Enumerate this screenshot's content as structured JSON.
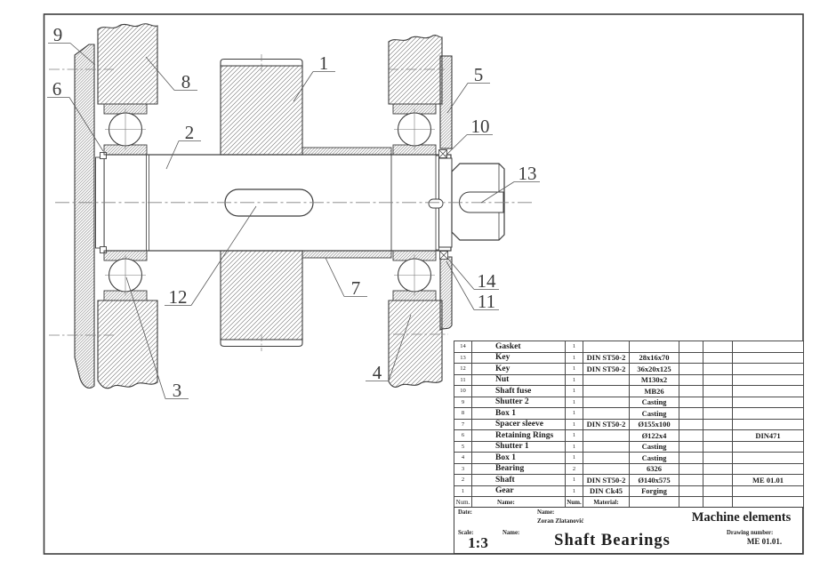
{
  "drawing": {
    "callouts": [
      "1",
      "2",
      "3",
      "4",
      "5",
      "6",
      "7",
      "8",
      "9",
      "10",
      "11",
      "12",
      "13",
      "14"
    ]
  },
  "parts_list": {
    "header": {
      "pos_label": "Num.",
      "name_label": "Name:",
      "qty_label": "Num.",
      "material_label": "Material:",
      "c5": "",
      "c6": "",
      "c7": "",
      "note": ""
    },
    "rows": [
      {
        "num": "14",
        "name": "Gasket",
        "qty": "1",
        "standard": "",
        "material": "",
        "c6": "",
        "c7": "",
        "note": ""
      },
      {
        "num": "13",
        "name": "Key",
        "qty": "1",
        "standard": "DIN ST50-2",
        "material": "28x16x70",
        "c6": "",
        "c7": "",
        "note": ""
      },
      {
        "num": "12",
        "name": "Key",
        "qty": "1",
        "standard": "DIN ST50-2",
        "material": "36x20x125",
        "c6": "",
        "c7": "",
        "note": ""
      },
      {
        "num": "11",
        "name": "Nut",
        "qty": "1",
        "standard": "",
        "material": "M130x2",
        "c6": "",
        "c7": "",
        "note": ""
      },
      {
        "num": "10",
        "name": "Shaft fuse",
        "qty": "1",
        "standard": "",
        "material": "MB26",
        "c6": "",
        "c7": "",
        "note": ""
      },
      {
        "num": "9",
        "name": "Shutter 2",
        "qty": "1",
        "standard": "",
        "material": "Casting",
        "c6": "",
        "c7": "",
        "note": ""
      },
      {
        "num": "8",
        "name": "Box 1",
        "qty": "1",
        "standard": "",
        "material": "Casting",
        "c6": "",
        "c7": "",
        "note": ""
      },
      {
        "num": "7",
        "name": "Spacer sleeve",
        "qty": "1",
        "standard": "DIN ST50-2",
        "material": "Ø155x100",
        "c6": "",
        "c7": "",
        "note": ""
      },
      {
        "num": "6",
        "name": "Retaining Rings",
        "qty": "1",
        "standard": "",
        "material": "Ø122x4",
        "c6": "",
        "c7": "",
        "note": "DIN471"
      },
      {
        "num": "5",
        "name": "Shutter 1",
        "qty": "1",
        "standard": "",
        "material": "Casting",
        "c6": "",
        "c7": "",
        "note": ""
      },
      {
        "num": "4",
        "name": "Box 1",
        "qty": "1",
        "standard": "",
        "material": "Casting",
        "c6": "",
        "c7": "",
        "note": ""
      },
      {
        "num": "3",
        "name": "Bearing",
        "qty": "2",
        "standard": "",
        "material": "6326",
        "c6": "",
        "c7": "",
        "note": ""
      },
      {
        "num": "2",
        "name": "Shaft",
        "qty": "1",
        "standard": "DIN ST50-2",
        "material": "Ø140x575",
        "c6": "",
        "c7": "",
        "note": "ME 01.01"
      },
      {
        "num": "1",
        "name": "Gear",
        "qty": "1",
        "standard": "DIN Ck45",
        "material": "Forging",
        "c6": "",
        "c7": "",
        "note": ""
      }
    ]
  },
  "title_block": {
    "date_label": "Date:",
    "name_label": "Name:",
    "author": "Zoran Zlatanović",
    "department": "Machine elements",
    "scale_label": "Scale:",
    "scale_value": "1:3",
    "drawing_name_label": "Name:",
    "drawing_title": "Shaft Bearings",
    "drawing_number_label": "Drawing number:",
    "drawing_number": "ME 01.01."
  }
}
